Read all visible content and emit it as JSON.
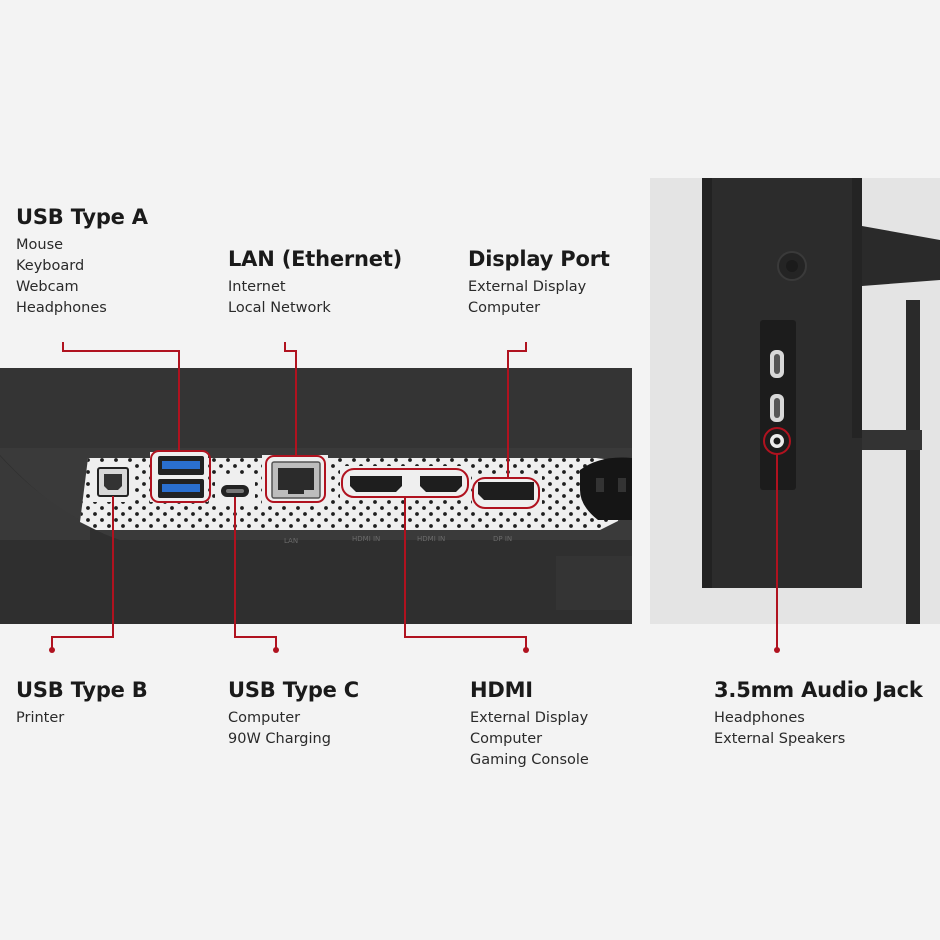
{
  "accent_color": "#b0121f",
  "ports_top": [
    {
      "id": "usb-type-a",
      "title": "USB Type A",
      "items": [
        "Mouse",
        "Keyboard",
        "Webcam",
        "Headphones"
      ]
    },
    {
      "id": "lan",
      "title": "LAN (Ethernet)",
      "items": [
        "Internet",
        "Local Network"
      ]
    },
    {
      "id": "display-port",
      "title": "Display Port",
      "items": [
        "External Display",
        "Computer"
      ]
    }
  ],
  "ports_bottom": [
    {
      "id": "usb-type-b",
      "title": "USB Type B",
      "items": [
        "Printer"
      ]
    },
    {
      "id": "usb-type-c",
      "title": "USB Type C",
      "items": [
        "Computer",
        "90W Charging"
      ]
    },
    {
      "id": "hdmi",
      "title": "HDMI",
      "items": [
        "External Display",
        "Computer",
        "Gaming Console"
      ]
    },
    {
      "id": "audio-jack",
      "title": "3.5mm Audio Jack",
      "items": [
        "Headphones",
        "External Speakers"
      ]
    }
  ],
  "panel_port_labels": [
    "LAN",
    "HDMI IN",
    "HDMI IN",
    "DP IN"
  ]
}
